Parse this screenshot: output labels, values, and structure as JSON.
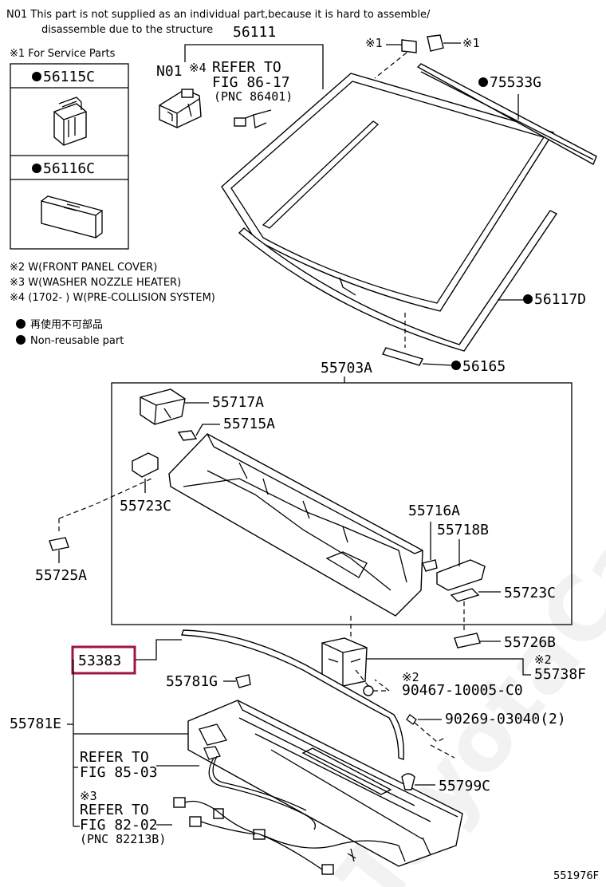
{
  "notes": {
    "n01_line1": "N01  This part is not supplied as an individual part,because it is hard to assemble/",
    "n01_line2": "disassemble due to the structure",
    "service_parts": "※1 For Service Parts",
    "w2": "※2 W(FRONT PANEL COVER)",
    "w3": "※3 W(WASHER NOZZLE HEATER)",
    "w4": "※4 (1702-        ) W(PRE-COLLISION SYSTEM)",
    "legend_jp": "再使用不可部品",
    "legend_en": "Non-reusable part"
  },
  "service_box": {
    "part1": "56115C",
    "part2": "56116C"
  },
  "labels": {
    "p56111": "56111",
    "n01": "N01",
    "star4": "※4",
    "refer1": "REFER TO",
    "fig1": "FIG 86-17",
    "pnc1": "(PNC 86401)",
    "star1a": "※1",
    "star1b": "※1",
    "p75533g": "75533G",
    "p56117d": "56117D",
    "p56165": "56165",
    "p55703a": "55703A",
    "p55717a": "55717A",
    "p55715a": "55715A",
    "p55723c_1": "55723C",
    "p55725a": "55725A",
    "p55716a": "55716A",
    "p55718b": "55718B",
    "p55723c_2": "55723C",
    "p55726b": "55726B",
    "p53383": "53383",
    "p55781g": "55781G",
    "star2a": "※2",
    "p90467": "90467-10005-C0",
    "star2b": "※2",
    "p55738f": "55738F",
    "p90269": "90269-03040(2)",
    "p55781e": "55781E",
    "refer2": "REFER TO",
    "fig2": "FIG 85-03",
    "star3": "※3",
    "refer3": "REFER TO",
    "fig3": "FIG 82-02",
    "pnc3": "(PNC 82213B)",
    "p55799c": "55799C",
    "figure_id": "551976F"
  },
  "watermark": "ToyotaCarMine.ru",
  "colors": {
    "highlight": "#a0153e",
    "line": "#000000"
  }
}
